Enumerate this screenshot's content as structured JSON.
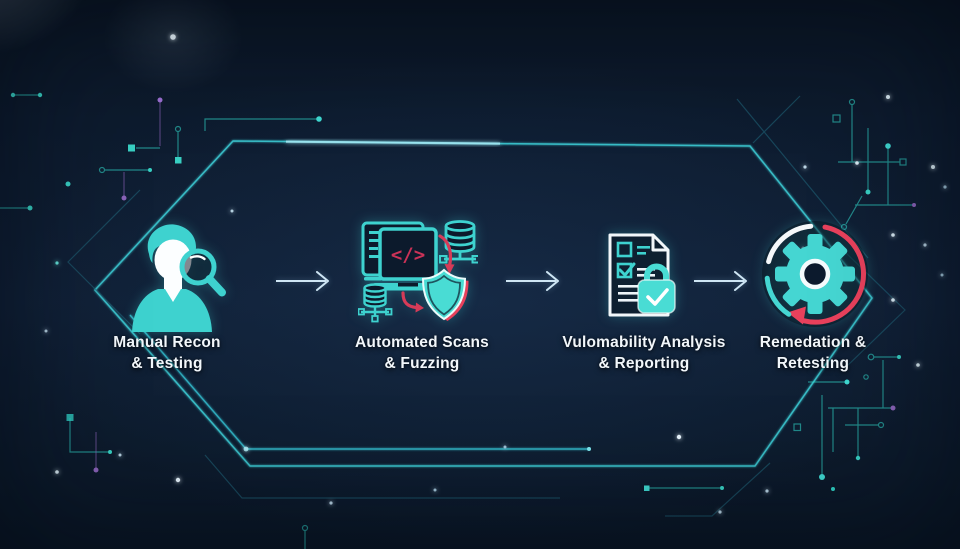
{
  "diagram": {
    "title_hint": "pentest-workflow",
    "stages": [
      {
        "id": "manual-recon",
        "icon": "analyst-magnifying-glass-icon",
        "line1": "Manual Recon",
        "line2": "& Testing"
      },
      {
        "id": "automated-scans",
        "icon": "devices-database-shield-icon",
        "line1": "Automated Scans",
        "line2": "& Fuzzing"
      },
      {
        "id": "vuln-analysis",
        "icon": "report-checklist-lock-icon",
        "line1": "Vulomability Analysis",
        "line2": "& Reporting"
      },
      {
        "id": "remediation",
        "icon": "gear-cycle-arrows-icon",
        "line1": "Remedation &",
        "line2": "Retesting"
      }
    ],
    "connector_icon": "arrow-right-icon",
    "colors": {
      "background": "#0d1b2e",
      "accent_teal": "#45d6d2",
      "accent_red": "#e8415c",
      "hexagon_line": "#41d8e0",
      "text": "#f2f7fb",
      "flow_arrow": "#cfe6f4",
      "circuit_teal": "#2fd0c4",
      "circuit_purple": "#8a63b8",
      "code_symbol": "#cb3257"
    },
    "code_glyph": "</>"
  }
}
